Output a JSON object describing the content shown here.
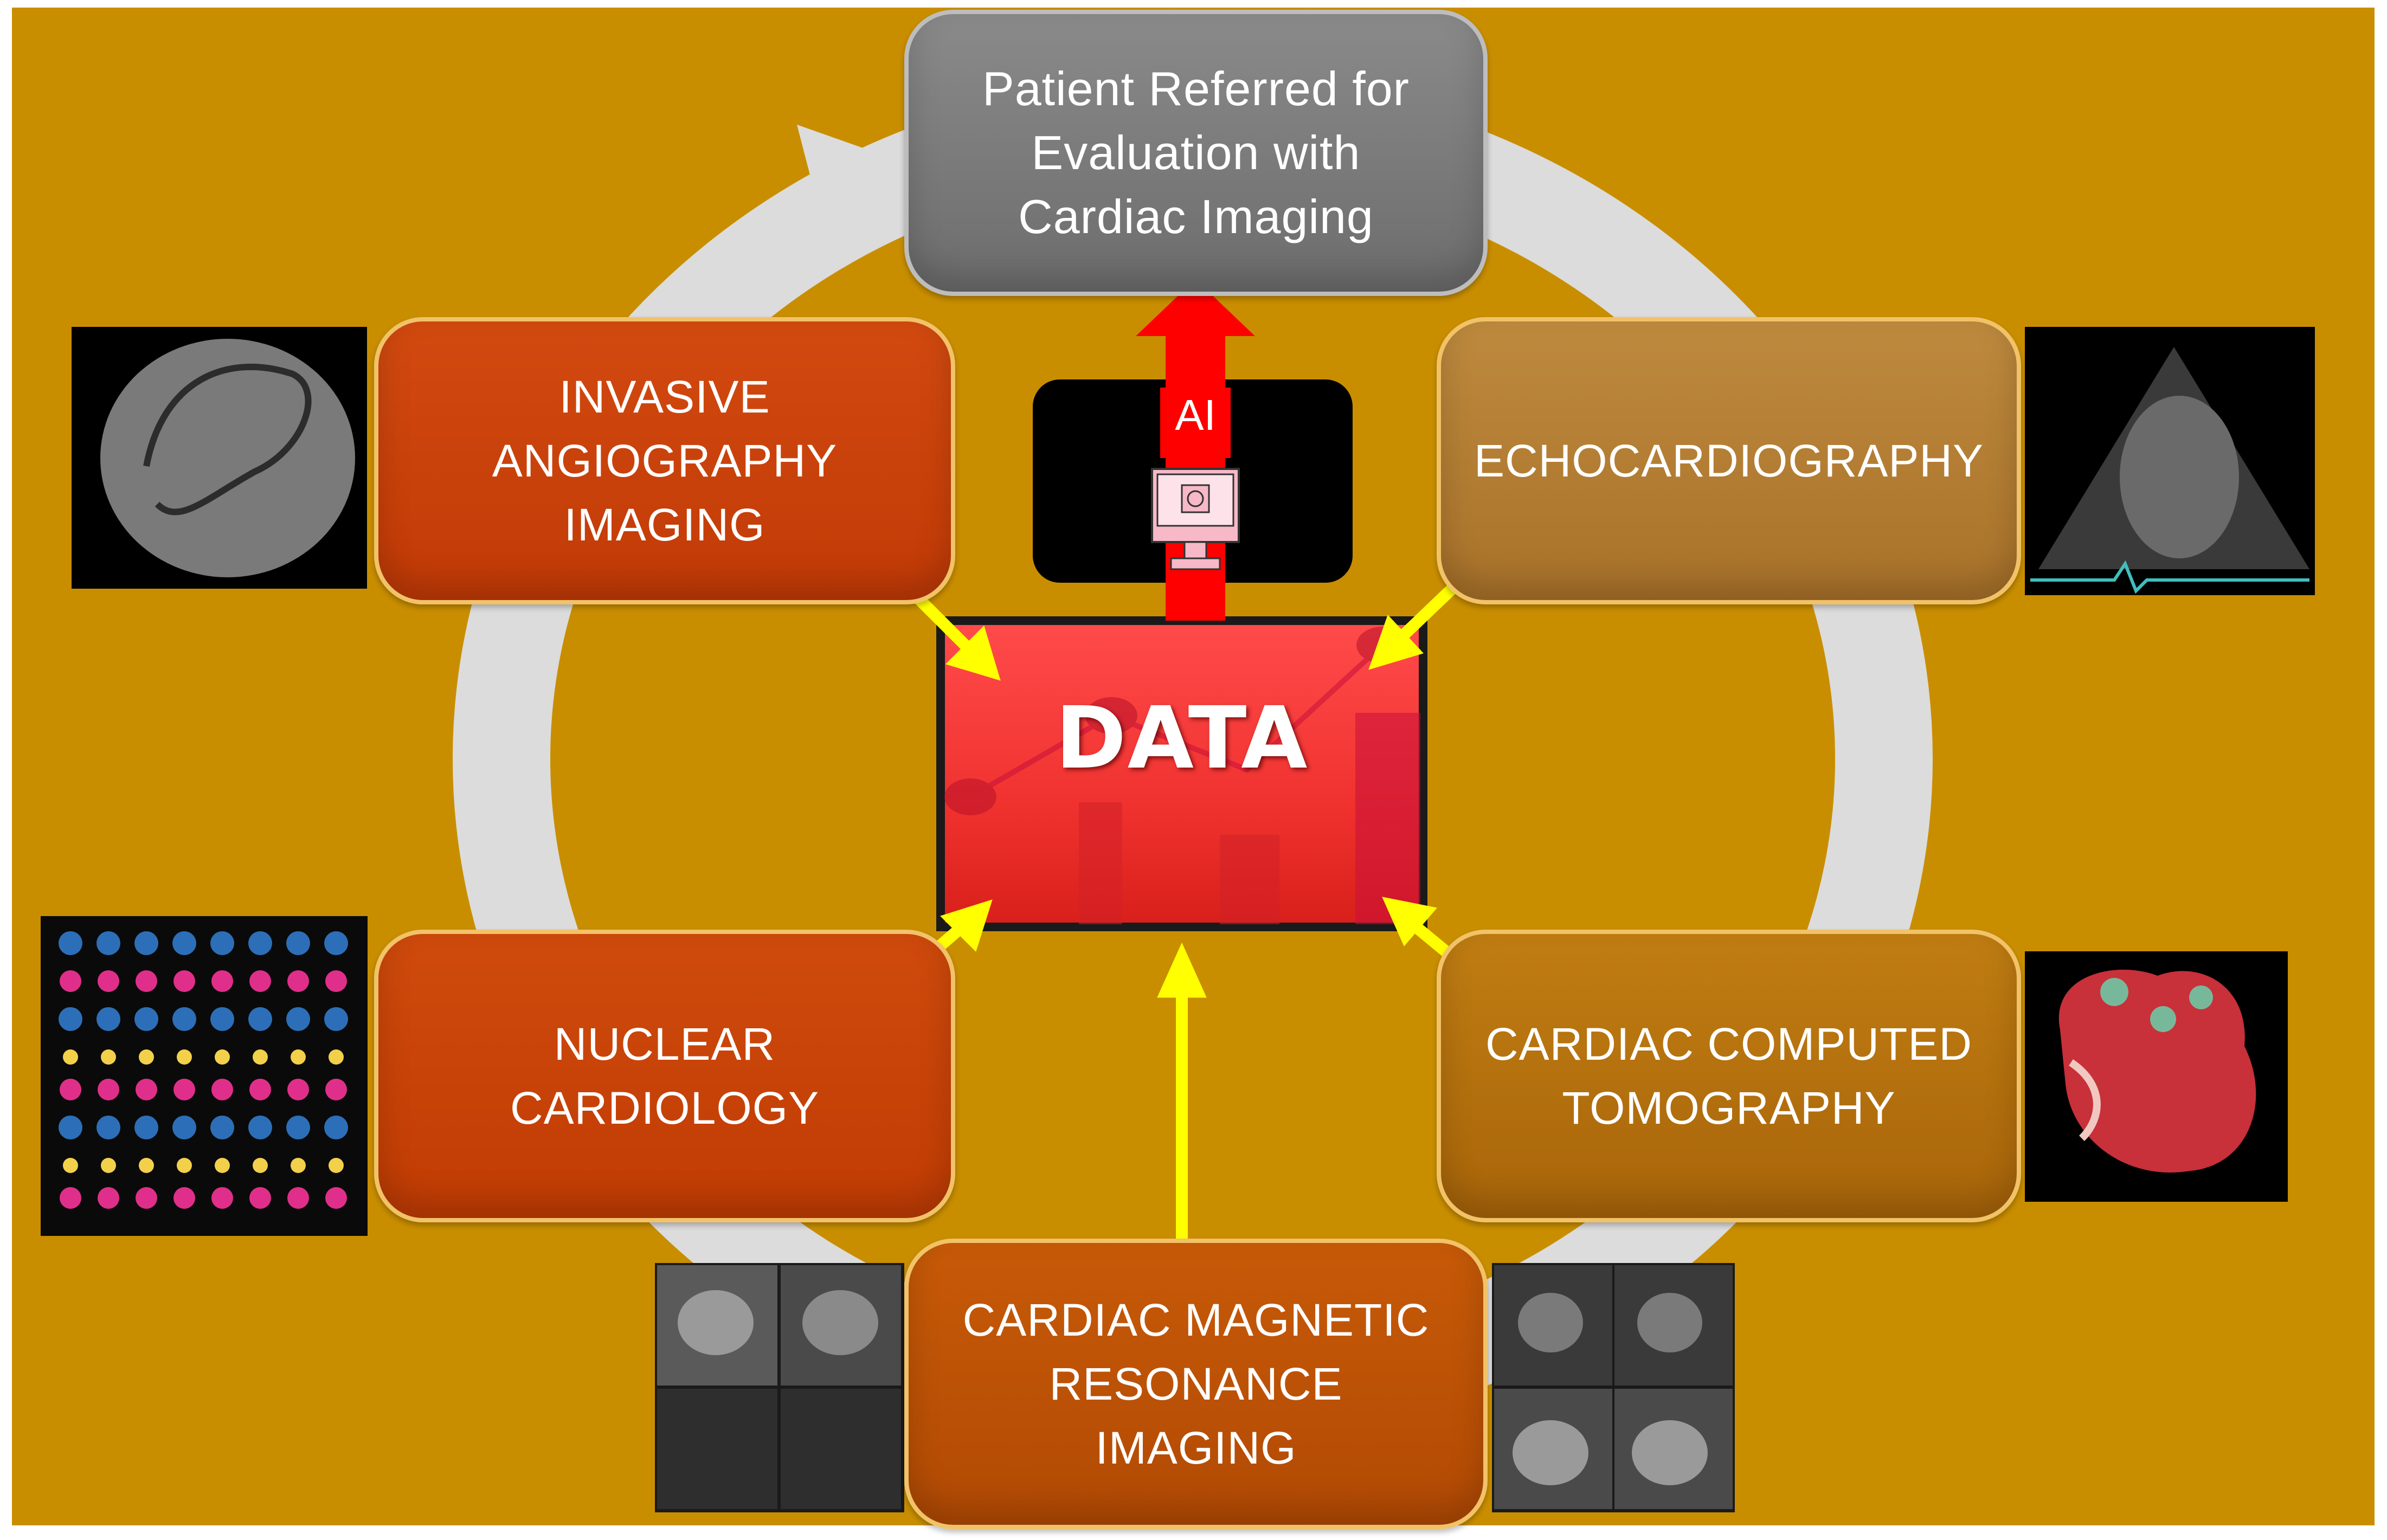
{
  "diagram": {
    "center": {
      "label": "DATA"
    },
    "ai": {
      "label": "AI",
      "icon": "computer-chip-icon"
    },
    "patient": {
      "label": "Patient Referred for\nEvaluation with\nCardiac Imaging"
    },
    "modalities": {
      "invasive": {
        "label": "INVASIVE\nANGIOGRAPHY\nIMAGING"
      },
      "echo": {
        "label": "ECHOCARDIOGRAPHY"
      },
      "nuclear": {
        "label": "NUCLEAR\nCARDIOLOGY"
      },
      "cct": {
        "label": "CARDIAC COMPUTED\nTOMOGRAPHY"
      },
      "cmr": {
        "label": "CARDIAC MAGNETIC\nRESONANCE\nIMAGING"
      }
    },
    "colors": {
      "background": "#c98e00",
      "cycle_arrow": "#dcdcdc",
      "data_arrows": "#ffff00",
      "ai_arrow": "#ff0000"
    }
  }
}
